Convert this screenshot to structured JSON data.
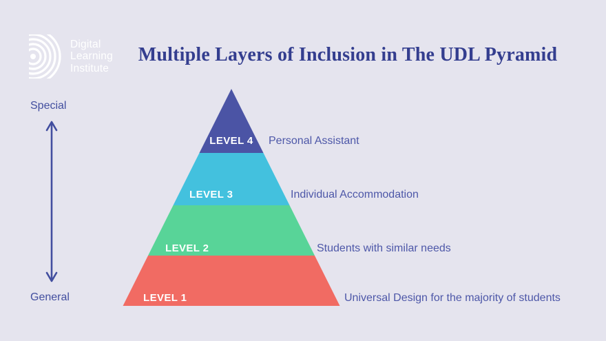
{
  "title": "Multiple Layers of Inclusion in The UDL Pyramid",
  "logo": {
    "name": "Digital Learning Institute",
    "icon": "ripple-arcs-icon",
    "lines": [
      "Digital",
      "Learning",
      "Institute"
    ]
  },
  "axis": {
    "top": "Special",
    "bottom": "General"
  },
  "pyramid": {
    "levels": [
      {
        "label": "LEVEL 4",
        "description": "Personal Assistant",
        "color": "#4b54a5"
      },
      {
        "label": "LEVEL 3",
        "description": "Individual Accommodation",
        "color": "#43c1de"
      },
      {
        "label": "LEVEL 2",
        "description": "Students with similar needs",
        "color": "#58d498"
      },
      {
        "label": "LEVEL 1",
        "description": "Universal Design for the majority of students",
        "color": "#f16b63"
      }
    ]
  },
  "colors": {
    "background": "#e5e4ee",
    "title_text": "#343e8f",
    "description_text": "#4d57a8",
    "arrow": "#424e9f",
    "level_label_text": "#ffffff",
    "logo": "#ffffff"
  }
}
